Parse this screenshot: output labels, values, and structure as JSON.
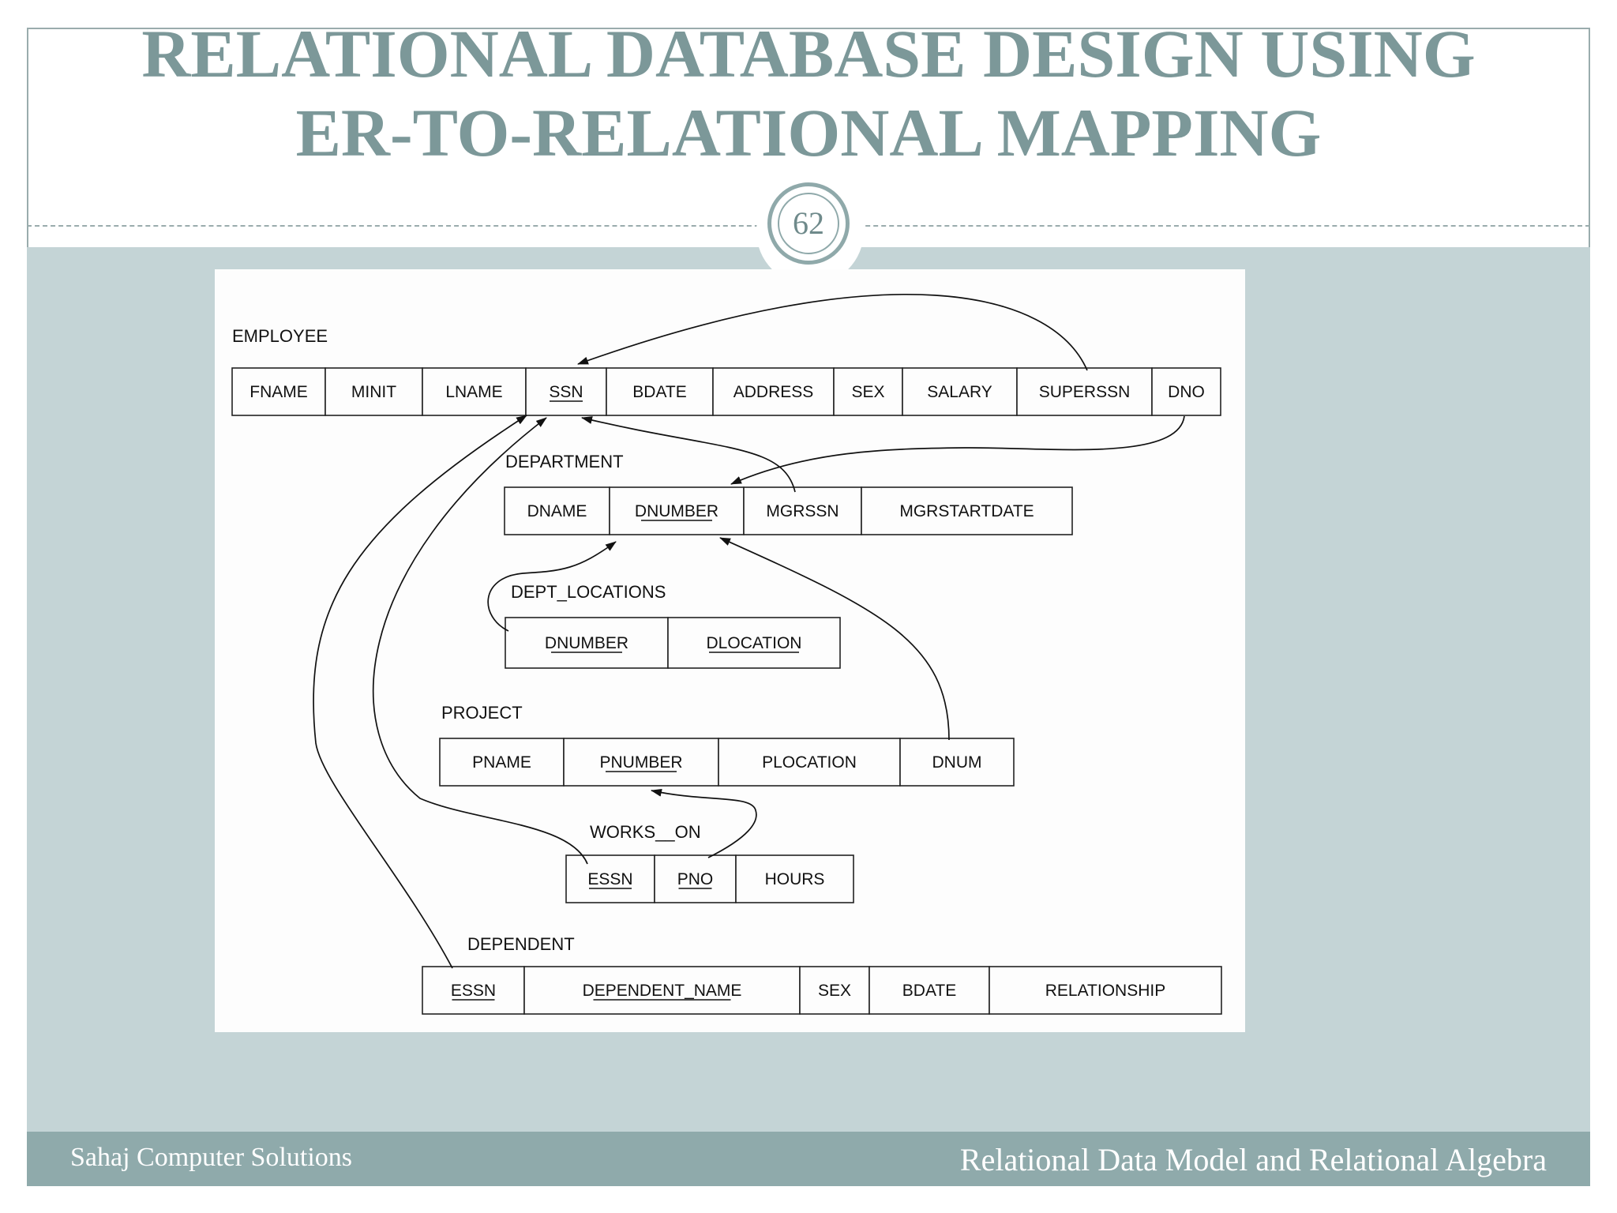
{
  "slide": {
    "title_line1": "RELATIONAL DATABASE DESIGN USING",
    "title_line2": "ER-TO-RELATIONAL MAPPING",
    "page_number": "62"
  },
  "footer": {
    "left": "Sahaj Computer Solutions",
    "right": "Relational Data Model and Relational Algebra"
  },
  "diagram": {
    "relations": [
      {
        "name": "EMPLOYEE",
        "attributes": [
          {
            "label": "FNAME",
            "key": false
          },
          {
            "label": "MINIT",
            "key": false
          },
          {
            "label": "LNAME",
            "key": false
          },
          {
            "label": "SSN",
            "key": true
          },
          {
            "label": "BDATE",
            "key": false
          },
          {
            "label": "ADDRESS",
            "key": false
          },
          {
            "label": "SEX",
            "key": false
          },
          {
            "label": "SALARY",
            "key": false
          },
          {
            "label": "SUPERSSN",
            "key": false
          },
          {
            "label": "DNO",
            "key": false
          }
        ]
      },
      {
        "name": "DEPARTMENT",
        "attributes": [
          {
            "label": "DNAME",
            "key": false
          },
          {
            "label": "DNUMBER",
            "key": true
          },
          {
            "label": "MGRSSN",
            "key": false
          },
          {
            "label": "MGRSTARTDATE",
            "key": false
          }
        ]
      },
      {
        "name": "DEPT_LOCATIONS",
        "attributes": [
          {
            "label": "DNUMBER",
            "key": true
          },
          {
            "label": "DLOCATION",
            "key": true
          }
        ]
      },
      {
        "name": "PROJECT",
        "attributes": [
          {
            "label": "PNAME",
            "key": false
          },
          {
            "label": "PNUMBER",
            "key": true
          },
          {
            "label": "PLOCATION",
            "key": false
          },
          {
            "label": "DNUM",
            "key": false
          }
        ]
      },
      {
        "name": "WORKS__ON",
        "attributes": [
          {
            "label": "ESSN",
            "key": true
          },
          {
            "label": "PNO",
            "key": true
          },
          {
            "label": "HOURS",
            "key": false
          }
        ]
      },
      {
        "name": "DEPENDENT",
        "attributes": [
          {
            "label": "ESSN",
            "key": true
          },
          {
            "label": "DEPENDENT_NAME",
            "key": true
          },
          {
            "label": "SEX",
            "key": false
          },
          {
            "label": "BDATE",
            "key": false
          },
          {
            "label": "RELATIONSHIP",
            "key": false
          }
        ]
      }
    ],
    "references": [
      {
        "from": "EMPLOYEE.SUPERSSN",
        "to": "EMPLOYEE.SSN"
      },
      {
        "from": "EMPLOYEE.DNO",
        "to": "DEPARTMENT.DNUMBER"
      },
      {
        "from": "DEPARTMENT.MGRSSN",
        "to": "EMPLOYEE.SSN"
      },
      {
        "from": "DEPT_LOCATIONS.DNUMBER",
        "to": "DEPARTMENT.DNUMBER"
      },
      {
        "from": "PROJECT.DNUM",
        "to": "DEPARTMENT.DNUMBER"
      },
      {
        "from": "WORKS__ON.ESSN",
        "to": "EMPLOYEE.SSN"
      },
      {
        "from": "WORKS__ON.PNO",
        "to": "PROJECT.PNUMBER"
      },
      {
        "from": "DEPENDENT.ESSN",
        "to": "EMPLOYEE.SSN"
      }
    ]
  }
}
